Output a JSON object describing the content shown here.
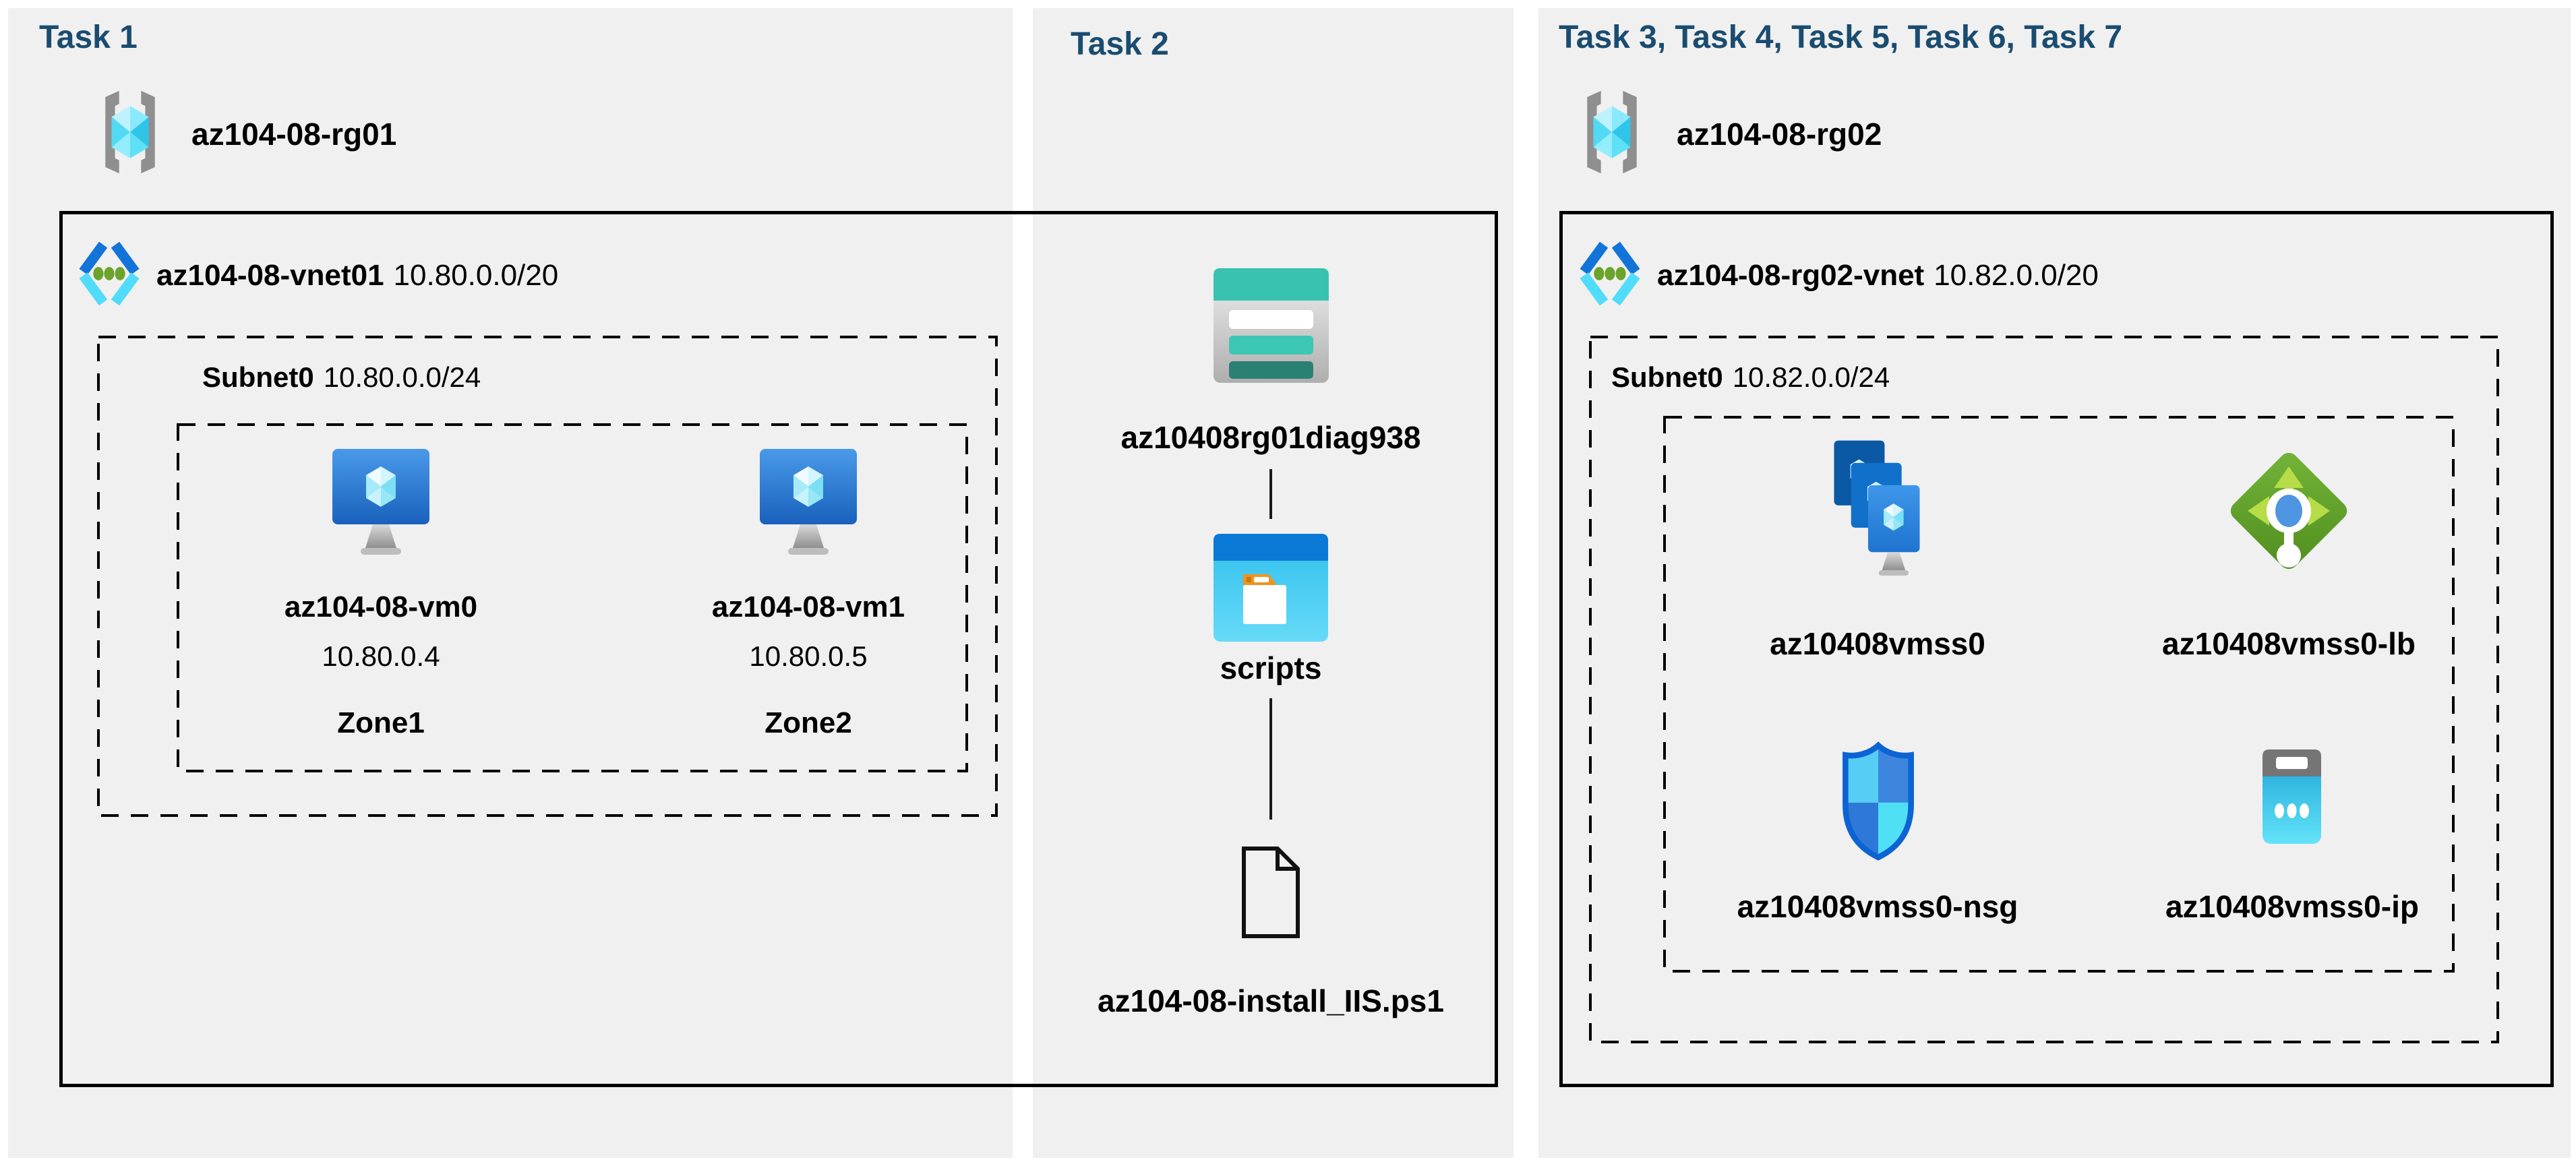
{
  "colors": {
    "panel_bg": "#f0f0f0",
    "title_text": "#1a4c70",
    "label_text": "#000000",
    "box_border": "#000000",
    "vnet_blue": "#1274d8",
    "vnet_cyan": "#50dcfa",
    "storage_teal": "#38c3b0",
    "lb_green": "#74b438"
  },
  "icons": {
    "resource_group": "resource-group-icon",
    "virtual_network": "virtual-network-icon",
    "virtual_machine": "virtual-machine-icon",
    "storage_account": "storage-account-icon",
    "blob_container": "blob-container-icon",
    "script_file": "file-icon",
    "vm_scale_set": "vmss-icon",
    "load_balancer": "load-balancer-icon",
    "network_security_group": "nsg-shield-icon",
    "public_ip": "public-ip-icon"
  },
  "panels": [
    {
      "title": "Task 1",
      "resource_group": "az104-08-rg01",
      "vnet": {
        "name": "az104-08-vnet01",
        "cidr": "10.80.0.0/20"
      },
      "subnet": {
        "name": "Subnet0",
        "cidr": "10.80.0.0/24"
      },
      "vms": [
        {
          "name": "az104-08-vm0",
          "ip": "10.80.0.4",
          "zone": "Zone1"
        },
        {
          "name": "az104-08-vm1",
          "ip": "10.80.0.5",
          "zone": "Zone2"
        }
      ]
    },
    {
      "title": "Task 2",
      "storage_account": "az10408rg01diag938",
      "container": "scripts",
      "script_file": "az104-08-install_IIS.ps1"
    },
    {
      "title": "Task 3, Task 4, Task 5, Task 6, Task 7",
      "resource_group": "az104-08-rg02",
      "vnet": {
        "name": "az104-08-rg02-vnet",
        "cidr": "10.82.0.0/20"
      },
      "subnet": {
        "name": "Subnet0",
        "cidr": "10.82.0.0/24"
      },
      "resources": {
        "vmss": "az10408vmss0",
        "load_balancer": "az10408vmss0-lb",
        "nsg": "az10408vmss0-nsg",
        "public_ip": "az10408vmss0-ip"
      }
    }
  ]
}
